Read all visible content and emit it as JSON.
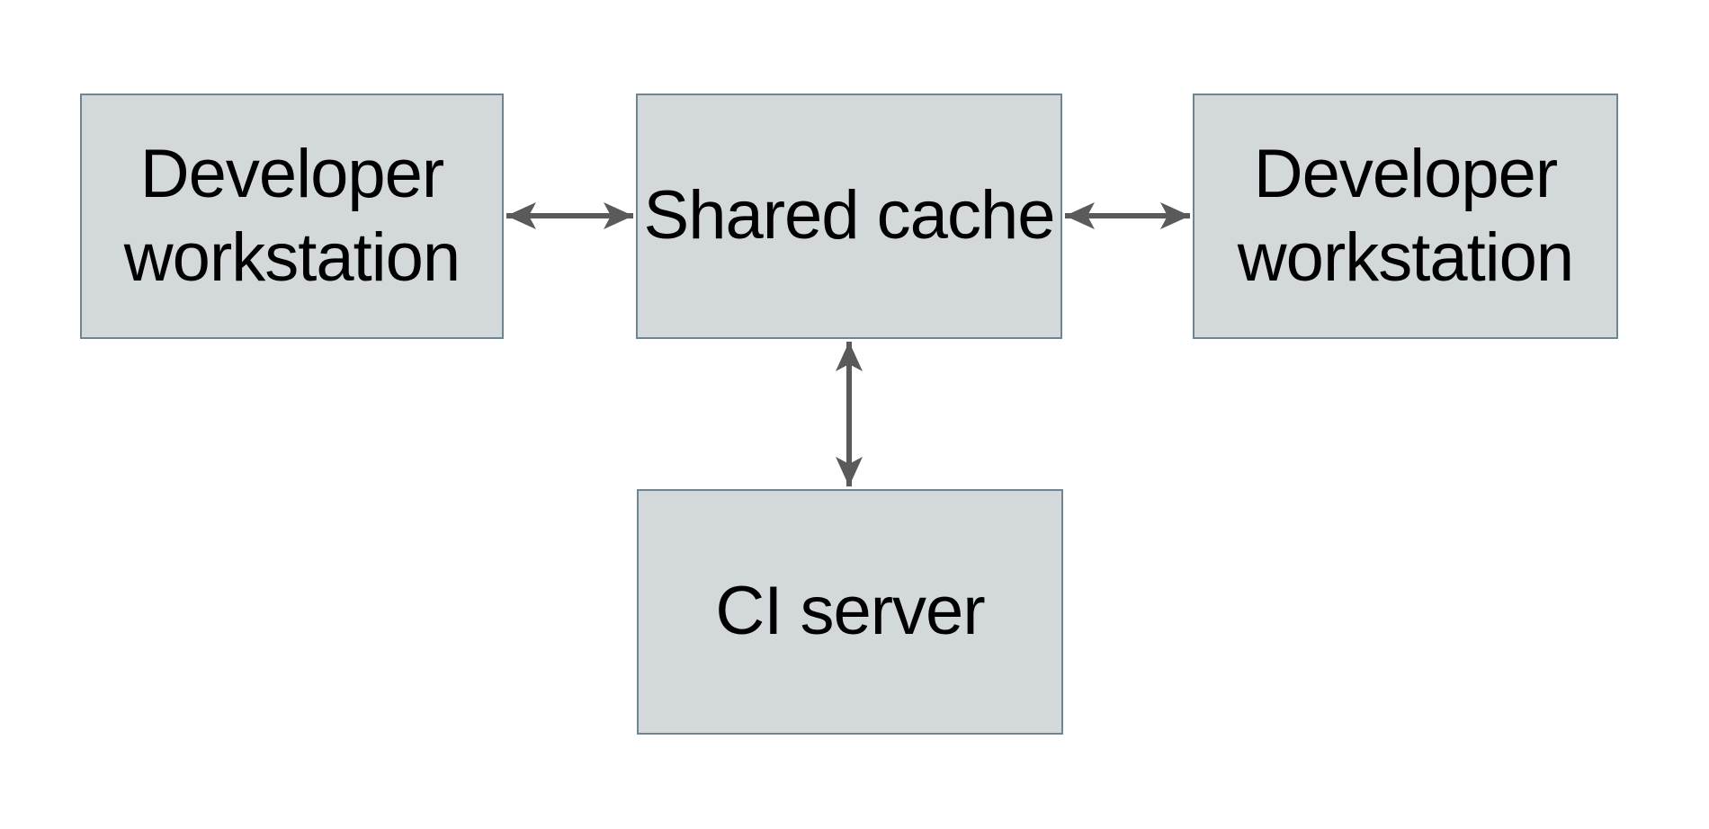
{
  "colors": {
    "background": "#ffffff",
    "node_fill": "#d3d9db",
    "node_border": "#6f8692",
    "arrow": "#595a5c",
    "text": "#000000"
  },
  "diagram": {
    "nodes": [
      {
        "id": "developer-workstation-left",
        "label": "Developer workstation"
      },
      {
        "id": "shared-cache",
        "label": "Shared cache"
      },
      {
        "id": "developer-workstation-right",
        "label": "Developer workstation"
      },
      {
        "id": "ci-server",
        "label": "CI server"
      }
    ],
    "edges": [
      {
        "from": "developer-workstation-left",
        "to": "shared-cache",
        "direction": "bidirectional"
      },
      {
        "from": "shared-cache",
        "to": "developer-workstation-right",
        "direction": "bidirectional"
      },
      {
        "from": "shared-cache",
        "to": "ci-server",
        "direction": "bidirectional"
      }
    ]
  }
}
